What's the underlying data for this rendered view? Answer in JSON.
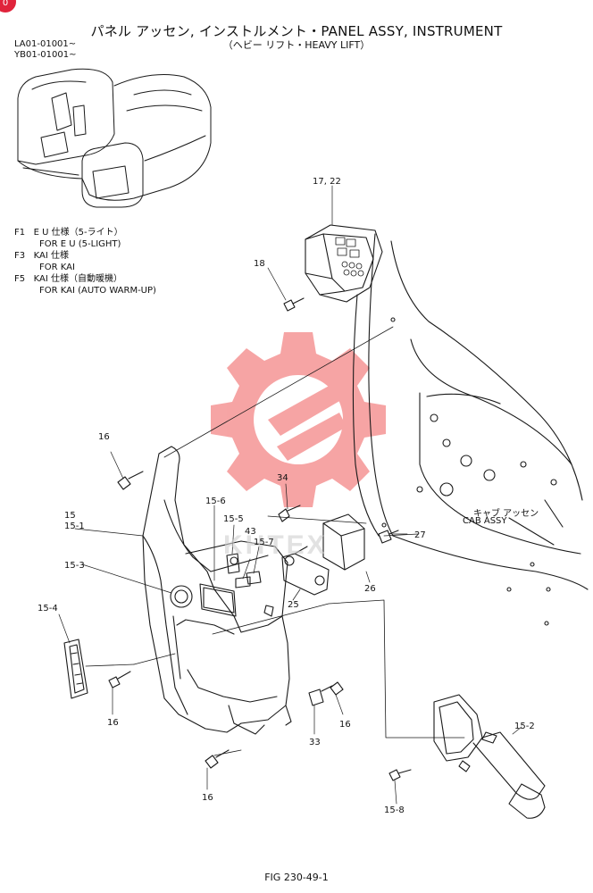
{
  "corner_badge": "0",
  "header": {
    "title": "パネル アッセン, インストルメント・PANEL ASSY, INSTRUMENT",
    "subtitle": "（ヘビー リフト・HEAVY LIFT）",
    "serials": [
      "LA01-01001~",
      "YB01-01001~"
    ]
  },
  "notes": [
    {
      "code": "F1",
      "ja": "E U 仕様（5-ライト）",
      "en": "FOR E U (5-LIGHT)"
    },
    {
      "code": "F3",
      "ja": "KAI 仕様",
      "en": "FOR KAI"
    },
    {
      "code": "F5",
      "ja": "KAI 仕様（自動暖機）",
      "en": "FOR KAI (AUTO WARM-UP)"
    }
  ],
  "cab_label": {
    "ja": "キャブ アッセン",
    "en": "CAB ASSY"
  },
  "callouts": {
    "c17_22": "17, 22",
    "c18": "18",
    "c16a": "16",
    "c34": "34",
    "c15": "15",
    "c15_1": "15-1",
    "c15_6": "15-6",
    "c15_5": "15-5",
    "c43": "43",
    "c15_7": "15-7",
    "c27": "27",
    "c15_3": "15-3",
    "c26": "26",
    "c25": "25",
    "c15_4": "15-4",
    "c16b": "16",
    "c16c": "16",
    "c33": "33",
    "c15_2": "15-2",
    "c16d": "16",
    "c15_8": "15-8"
  },
  "watermark": "KHTEX",
  "figure_caption": "FIG 230-49-1",
  "colors": {
    "line": "#1a1a1a",
    "watermark": "#ef5b5b"
  }
}
